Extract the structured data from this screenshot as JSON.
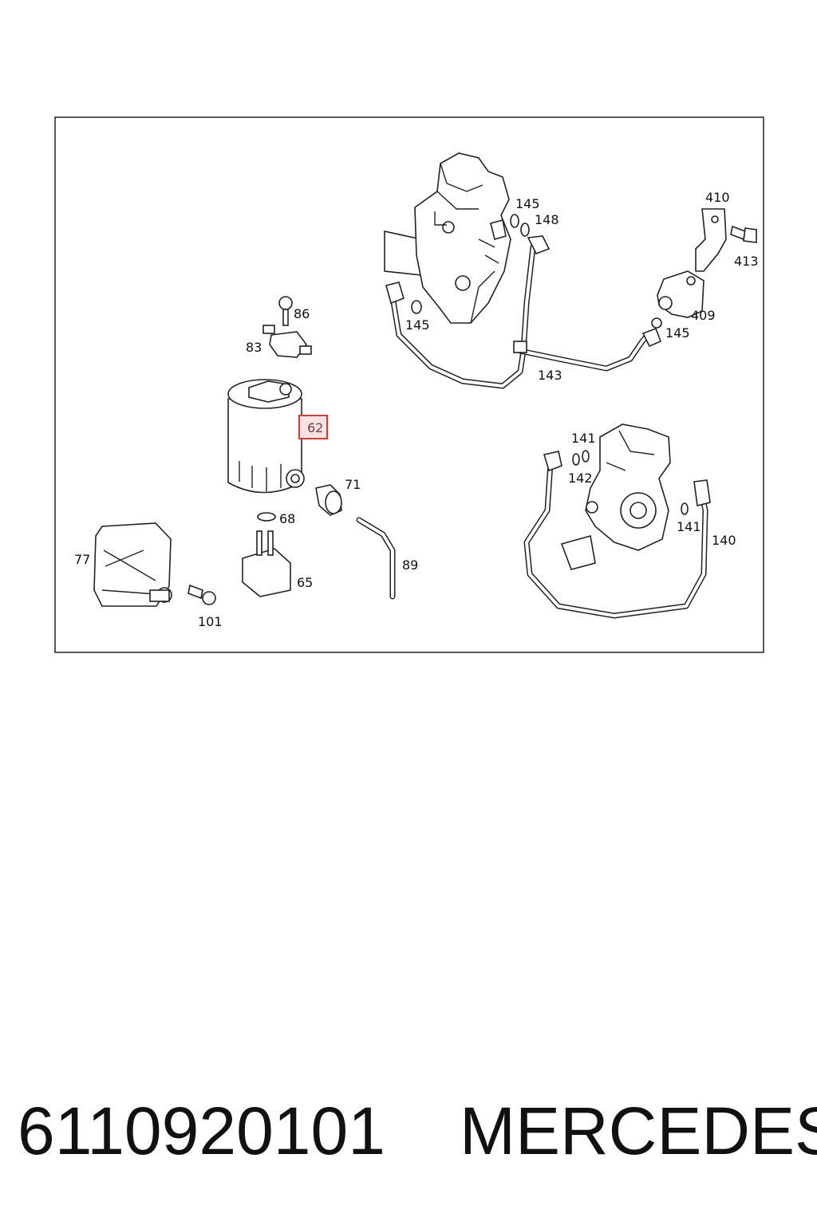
{
  "diagram": {
    "highlight_color": "#d83a3a",
    "highlighted_label": "62",
    "callouts": {
      "c410": "410",
      "c145a": "145",
      "c148": "148",
      "c413": "413",
      "c409": "409",
      "c145b": "145",
      "c145c": "145",
      "c143": "143",
      "c86": "86",
      "c83": "83",
      "c62": "62",
      "c141a": "141",
      "c142": "142",
      "c71": "71",
      "c68": "68",
      "c141b": "141",
      "c140": "140",
      "c77": "77",
      "c89": "89",
      "c65": "65",
      "c101": "101"
    }
  },
  "footer": {
    "part_number": "6110920101",
    "brand": "MERCEDES"
  }
}
